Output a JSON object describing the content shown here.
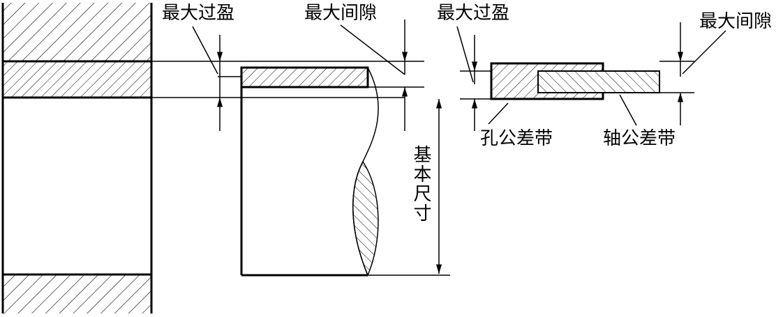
{
  "labels": {
    "max_interference_left": "最大过盈",
    "max_clearance_left": "最大间隙",
    "max_interference_right": "最大过盈",
    "max_clearance_right": "最大间隙",
    "hole_tolerance_zone": "孔公差带",
    "shaft_tolerance_zone": "轴公差带",
    "basic_size": "基本尺寸"
  },
  "colors": {
    "line": "#000000",
    "background": "#ffffff"
  }
}
